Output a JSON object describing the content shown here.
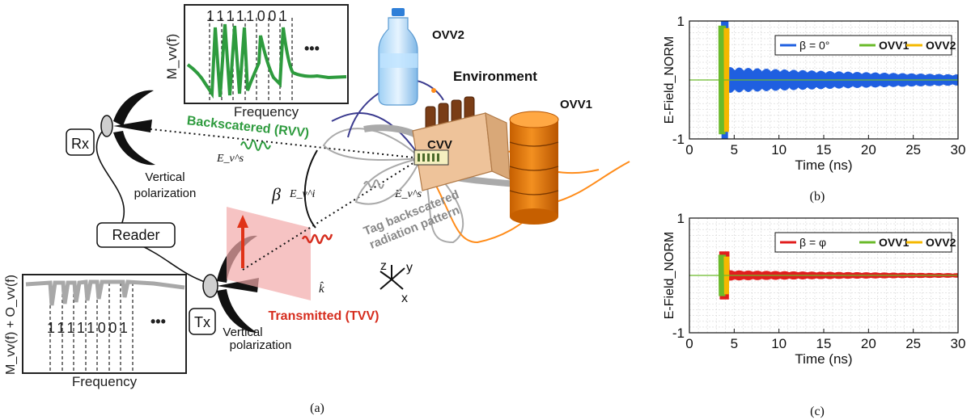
{
  "panel_a": {
    "caption": "(a)",
    "top_inset": {
      "ylabel": "M_vv(f)",
      "xlabel": "Frequency",
      "bits": "11111001",
      "ellipsis": "•••"
    },
    "bottom_inset": {
      "ylabel": "M_vv(f) + O_vv(f)",
      "xlabel": "Frequency",
      "bits": "11111001",
      "ellipsis": "•••"
    },
    "rx_label": "Rx",
    "tx_label": "Tx",
    "reader_label": "Reader",
    "rx_pol_1": "Vertical",
    "rx_pol_2": "polarization",
    "tx_pol_1": "Vertical",
    "tx_pol_2": "polarization",
    "backscattered": "Backscatered (RVV)",
    "transmitted": "Transmitted (TVV)",
    "pattern_1": "Tag backscatered",
    "pattern_2": "radiation pattern",
    "environment": "Environment",
    "cvv": "CVV",
    "ovv1": "OVV1",
    "ovv2": "OVV2",
    "beta": "β",
    "e_vs_1": "E_v^s",
    "e_vi": "E_v^i",
    "e_vs_2": "E_v^s",
    "k_hat": "k̂",
    "axes": {
      "z": "z",
      "y": "y",
      "x": "x"
    },
    "colors": {
      "green": "#2e9b3e",
      "red": "#d62d1e",
      "orange": "#ff8c1a",
      "navy": "#3b3b8f",
      "gray": "#a8a8a8"
    }
  },
  "panel_b": {
    "caption": "(b)"
  },
  "panel_c": {
    "caption": "(c)"
  },
  "chart_data": [
    {
      "type": "line",
      "panel": "b",
      "xlabel": "Time (ns)",
      "ylabel": "E-Field_NORM",
      "xlim": [
        0,
        30
      ],
      "ylim": [
        -1,
        1
      ],
      "xticks": [
        0,
        5,
        10,
        15,
        20,
        25,
        30
      ],
      "yticks": [
        -1,
        1
      ],
      "grid": true,
      "legend_position": "top-right",
      "series": [
        {
          "name": "β = 0°",
          "color": "#1f5fe0",
          "pulse_start": 3.6,
          "pulse_end": 4.3,
          "peak": 1.0,
          "tail_amplitude": 0.22,
          "tail_end": 30
        },
        {
          "name": "OVV1",
          "color": "#6aba2a",
          "pulse_start": 3.3,
          "pulse_end": 4.0,
          "peak": 0.92
        },
        {
          "name": "OVV2",
          "color": "#f5b800",
          "pulse_start": 3.9,
          "pulse_end": 4.4,
          "peak": 0.88
        }
      ]
    },
    {
      "type": "line",
      "panel": "c",
      "xlabel": "Time (ns)",
      "ylabel": "E-Field_NORM",
      "xlim": [
        0,
        30
      ],
      "ylim": [
        -1,
        1
      ],
      "xticks": [
        0,
        5,
        10,
        15,
        20,
        25,
        30
      ],
      "yticks": [
        -1,
        1
      ],
      "grid": true,
      "legend_position": "top-right",
      "series": [
        {
          "name": "β = φ",
          "color": "#e11d1d",
          "pulse_start": 3.4,
          "pulse_end": 4.4,
          "peak": 0.42,
          "tail_amplitude": 0.09,
          "tail_end": 30
        },
        {
          "name": "OVV1",
          "color": "#6aba2a",
          "pulse_start": 3.3,
          "pulse_end": 4.0,
          "peak": 0.36
        },
        {
          "name": "OVV2",
          "color": "#f5b800",
          "pulse_start": 3.9,
          "pulse_end": 4.4,
          "peak": 0.33
        }
      ]
    }
  ]
}
